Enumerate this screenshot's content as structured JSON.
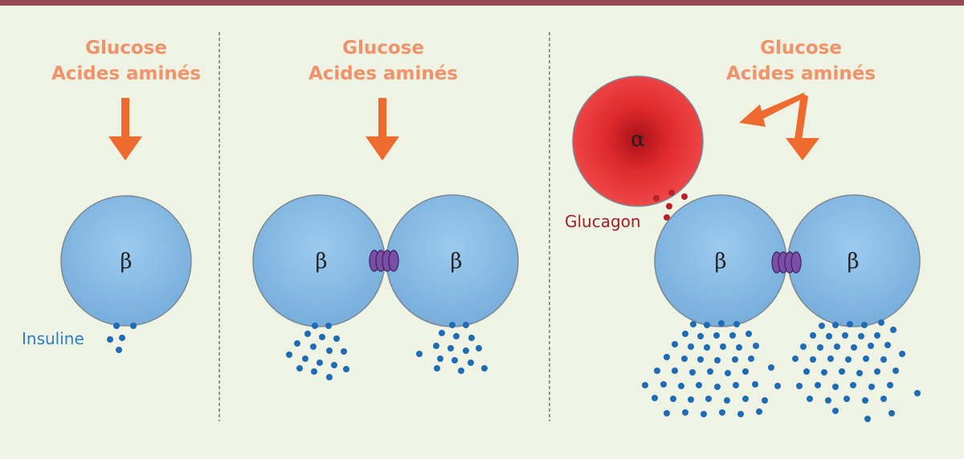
{
  "panels": [
    {
      "stimulus": {
        "line1": "Glucose",
        "line2": "Acides aminés"
      }
    },
    {
      "stimulus": {
        "line1": "Glucose",
        "line2": "Acides aminés"
      }
    },
    {
      "stimulus": {
        "line1": "Glucose",
        "line2": "Acides aminés"
      }
    }
  ],
  "cells": {
    "beta_symbol": "β",
    "alpha_symbol": "α"
  },
  "labels": {
    "insulin": "Insuline",
    "glucagon": "Glucagon"
  },
  "colors": {
    "stimulus_text": "#f0926a",
    "arrow": "#ee6a2e",
    "beta_cell": "#8fbde6",
    "alpha_cell": "#e8282c",
    "insulin_dots": "#1f6bb5",
    "glucagon_dots": "#b8202a",
    "gap_junction": "#7b4fa6",
    "insulin_label": "#2a7fc4",
    "glucagon_label": "#a01e28"
  }
}
